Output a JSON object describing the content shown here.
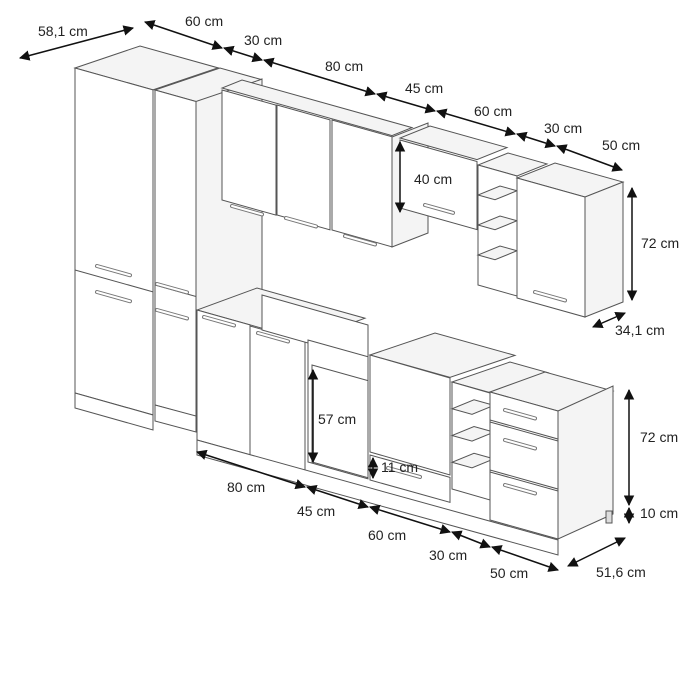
{
  "colors": {
    "line": "#555555",
    "arrow": "#111111",
    "face": "#ffffff",
    "side": "#f4f4f4"
  },
  "dimensions": {
    "depth_tall": "58,1 cm",
    "top_chain": [
      "60 cm",
      "30 cm",
      "80 cm",
      "45 cm",
      "60 cm",
      "30 cm",
      "50 cm"
    ],
    "flap_height": "40 cm",
    "wall_height": "72 cm",
    "wall_depth": "34,1 cm",
    "sink_panel_height": "57 cm",
    "oven_drawer_height": "11 cm",
    "base_height": "72 cm",
    "plinth_height": "10 cm",
    "bottom_chain": [
      "80 cm",
      "45 cm",
      "60 cm",
      "30 cm",
      "50 cm"
    ],
    "base_depth": "51,6 cm"
  }
}
